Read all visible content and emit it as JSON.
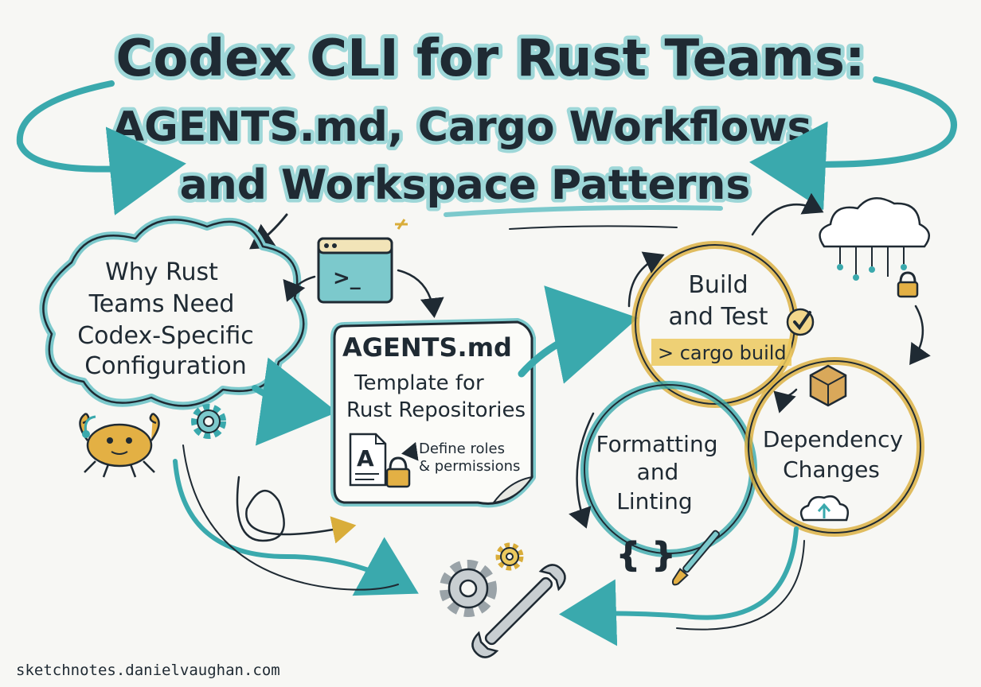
{
  "title": {
    "line1": "Codex CLI for Rust Teams:",
    "line2": "AGENTS.md, Cargo Workflows,",
    "line3": "and Workspace Patterns"
  },
  "cloud_box": {
    "line1": "Why Rust",
    "line2": "Teams Need",
    "line3": "Codex-Specific",
    "line4": "Configuration"
  },
  "terminal": {
    "prompt": ">_"
  },
  "agents_card": {
    "heading": "AGENTS.md",
    "line1": "Template for",
    "line2": "Rust Repositories",
    "note1": "Define roles",
    "note2": "& permissions",
    "doc_letter": "A"
  },
  "circles": {
    "build": {
      "line1": "Build",
      "line2": "and Test",
      "command": "> cargo build"
    },
    "formatting": {
      "line1": "Formatting",
      "line2": "and",
      "line3": "Linting",
      "braces": "{ }"
    },
    "dependency": {
      "line1": "Dependency",
      "line2": "Changes"
    }
  },
  "footer": {
    "site": "sketchnotes.danielvaughan.com"
  },
  "colors": {
    "teal": "#3aa9ad",
    "teal_light": "#7cc9cc",
    "gold": "#d9ad3a",
    "ink": "#1f2a33",
    "paper": "#f7f7f4"
  },
  "icons": [
    "terminal-icon",
    "gear-icon",
    "crab-icon",
    "cloud-network-icon",
    "lock-icon",
    "checkmark-icon",
    "package-box-icon",
    "cloud-upload-icon",
    "paintbrush-icon",
    "wrench-icon",
    "document-icon"
  ]
}
